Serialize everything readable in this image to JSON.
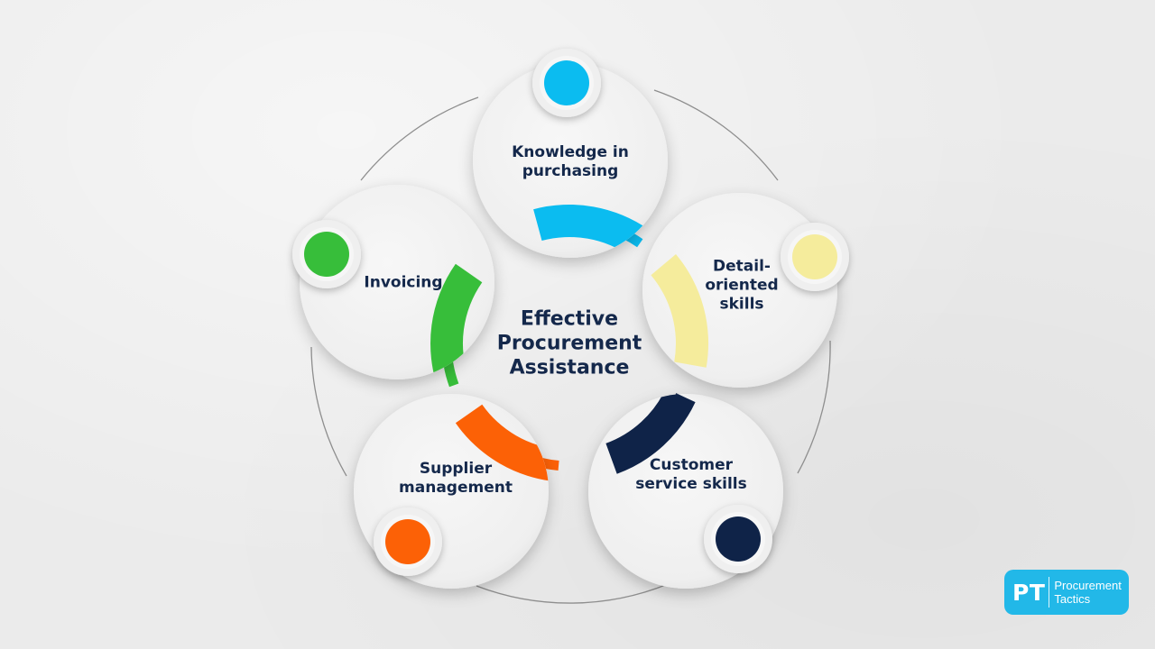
{
  "center": {
    "line1": "Effective",
    "line2": "Procurement",
    "line3": "Assistance"
  },
  "nodes": [
    {
      "id": "knowledge",
      "line1": "Knowledge in",
      "line2": "purchasing",
      "color": "#0bbcf0"
    },
    {
      "id": "detail",
      "line1": "Detail-",
      "line2": "oriented",
      "line3": "skills",
      "color": "#f5ec9c"
    },
    {
      "id": "customer",
      "line1": "Customer",
      "line2": "service skills",
      "color": "#0f2348"
    },
    {
      "id": "supplier",
      "line1": "Supplier",
      "line2": "management",
      "color": "#fc6106"
    },
    {
      "id": "invoicing",
      "line1": "Invoicing",
      "color": "#37be3a"
    }
  ],
  "logo": {
    "mark": "PT",
    "line1": "Procurement",
    "line2": "Tactics",
    "color": "#22b8e8"
  }
}
